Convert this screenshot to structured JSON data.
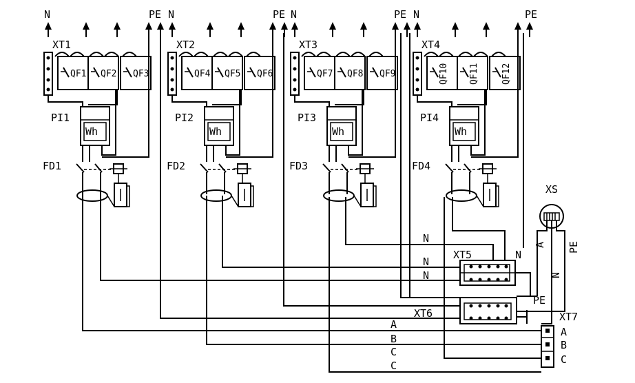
{
  "modules": [
    {
      "n_label": "N",
      "pe_label": "PE",
      "terminal": "XT1",
      "breakers": [
        "QF1",
        "QF2",
        "QF3"
      ],
      "meter": "PI1",
      "meter_symbol": "Wh",
      "rcd": "FD1"
    },
    {
      "n_label": "N",
      "pe_label": "PE",
      "terminal": "XT2",
      "breakers": [
        "QF4",
        "QF5",
        "QF6"
      ],
      "meter": "PI2",
      "meter_symbol": "Wh",
      "rcd": "FD2"
    },
    {
      "n_label": "N",
      "pe_label": "PE",
      "terminal": "XT3",
      "breakers": [
        "QF7",
        "QF8",
        "QF9"
      ],
      "meter": "PI3",
      "meter_symbol": "Wh",
      "rcd": "FD3"
    },
    {
      "n_label": "N",
      "pe_label": "PE",
      "terminal": "XT4",
      "breakers": [
        "QF10",
        "QF11",
        "QF12"
      ],
      "meter": "PI4",
      "meter_symbol": "Wh",
      "rcd": "FD4"
    }
  ],
  "bus": {
    "xt5": "XT5",
    "xt6": "XT6",
    "xt7": "XT7",
    "xs": "XS",
    "n_labels": [
      "N",
      "N",
      "N",
      "N"
    ],
    "pe_label": "PE",
    "pe_short": "PE",
    "a_vert": "A",
    "n_vert": "N",
    "phases": [
      "A",
      "B",
      "C",
      "C"
    ],
    "xt7_phases": [
      "A",
      "B",
      "C"
    ]
  }
}
